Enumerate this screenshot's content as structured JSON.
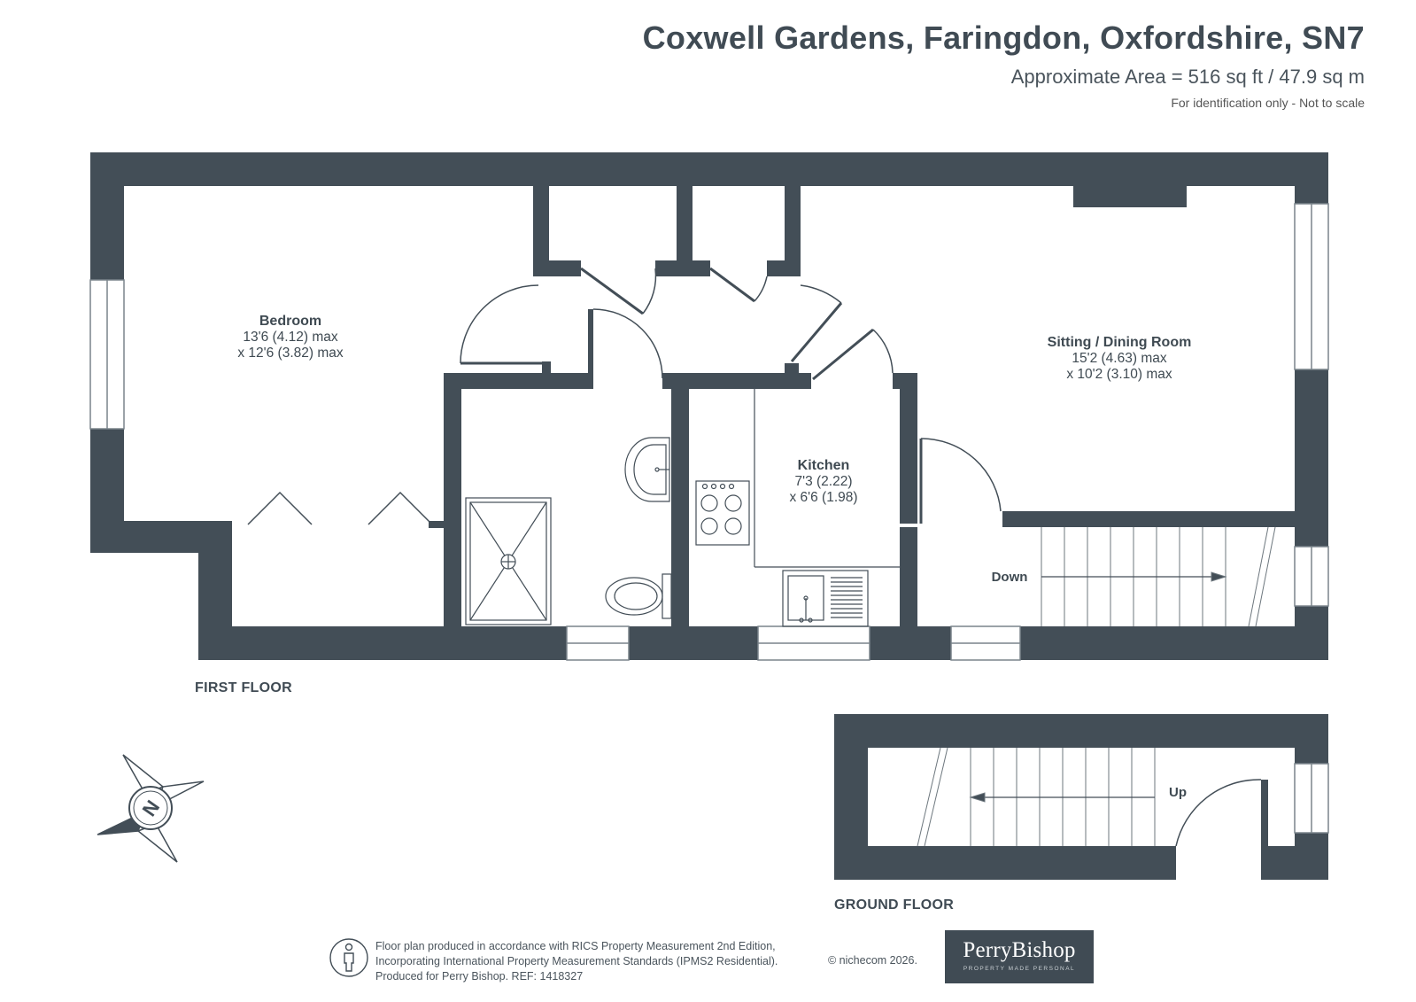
{
  "header": {
    "title": "Coxwell Gardens, Faringdon, Oxfordshire, SN7",
    "area": "Approximate Area = 516 sq ft / 47.9 sq m",
    "note": "For identification only - Not to scale"
  },
  "colors": {
    "wall": "#434e57",
    "text": "#3f4a52"
  },
  "first_floor": {
    "label": "FIRST FLOOR",
    "bedroom": {
      "name": "Bedroom",
      "dim1": "13'6 (4.12) max",
      "dim2": "x 12'6 (3.82) max"
    },
    "kitchen": {
      "name": "Kitchen",
      "dim1": "7'3 (2.22)",
      "dim2": "x 6'6 (1.98)"
    },
    "sitting": {
      "name": "Sitting / Dining Room",
      "dim1": "15'2 (4.63) max",
      "dim2": "x 10'2 (3.10) max"
    },
    "stairs_label": "Down"
  },
  "ground_floor": {
    "label": "GROUND FLOOR",
    "stairs_label": "Up"
  },
  "compass": {
    "letter": "N",
    "icon": "compass-icon"
  },
  "footer": {
    "line1": "Floor plan produced in accordance with RICS Property Measurement 2nd Edition,",
    "line2": "Incorporating International Property Measurement Standards (IPMS2 Residential).",
    "line3": "Produced for Perry Bishop.   REF: 1418327",
    "copyright": "© nichecom 2026.",
    "icon": "person-icon"
  },
  "logo": {
    "name": "PerryBishop",
    "tagline": "PROPERTY MADE PERSONAL"
  }
}
